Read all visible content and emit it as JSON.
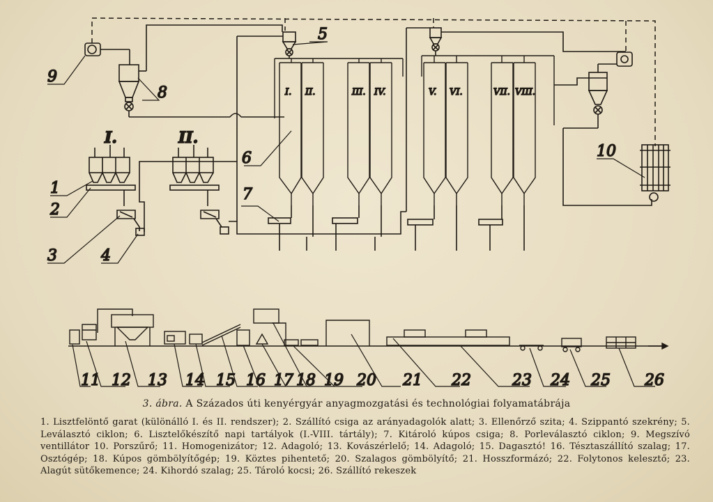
{
  "diagram": {
    "top_roman": [
      "I.",
      "II.",
      "III.",
      "IV.",
      "V.",
      "VI.",
      "VII.",
      "VIII."
    ],
    "system_labels": [
      "I.",
      "II."
    ],
    "top_labels": [
      "1",
      "2",
      "3",
      "4",
      "5",
      "6",
      "7",
      "8",
      "9",
      "10"
    ],
    "bottom_labels": [
      "11",
      "12",
      "13",
      "14",
      "15",
      "16",
      "17",
      "18",
      "19",
      "20",
      "21",
      "22",
      "23",
      "24",
      "25",
      "26"
    ]
  },
  "caption": {
    "figure_number": "3. ábra.",
    "title": "A Százados úti kenyérgyár anyagmozgatási és technológiai folyamatábrája"
  },
  "legend": {
    "text": "1. Lisztfelöntő garat (különálló I. és II. rendszer); 2. Szállító csiga az arányadagolók alatt; 3. Ellenőrző szita; 4. Szippantó szekrény; 5. Leválasztó ciklon; 6. Lisztelőkészítő napi tartályok (I.-VIII. tártály); 7. Kitároló kúpos csiga; 8. Porleválasztó ciklon; 9. Megszívó ventillátor 10. Porszűrő; 11. Homogenizátor; 12. Adagoló; 13. Kovászérlelő; 14. Adagoló; 15. Dagasztó! 16. Tésztaszállító szalag; 17. Osztógép; 18. Kúpos gömbölyítőgép; 19. Köztes pihentető; 20. Szalagos gömbölyítő; 21. Hosszformázó; 22. Folytonos kelesztő; 23. Alagút sütőkemence; 24. Kihordó szalag; 25. Tároló kocsi; 26. Szállító rekeszek"
  }
}
